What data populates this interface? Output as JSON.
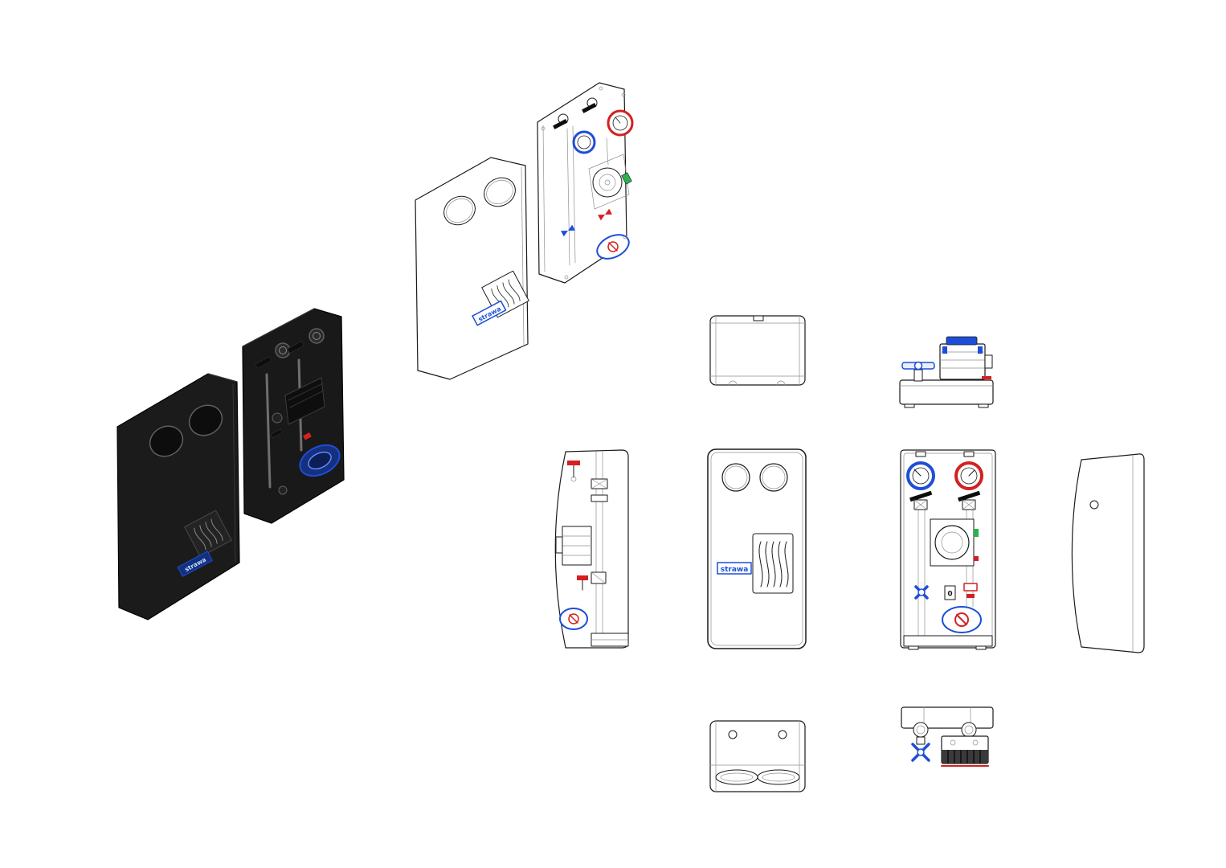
{
  "brand": {
    "label": "strawa",
    "dial_zero": "0"
  },
  "colors": {
    "white": "#ffffff",
    "line": "#1a1a1a",
    "soft": "#909090",
    "body_black": "#1b1b1b",
    "body_black_edge": "#3d3d3d",
    "hole_black": "#0d0d0d",
    "blue": "#1d4ed8",
    "blue_deep": "#11307f",
    "label_text_light": "#cfe0ff",
    "red": "#d42020",
    "green": "#2bb24c",
    "pump_blue_fill": "#16307e",
    "pump_blue_inner": "#0d1e55",
    "pump_blue_ring": "#5b8bff",
    "gray_metal": "#6f6f6f",
    "light_blue_fill": "#e8efff",
    "dark_hatch": "#3a3a3a",
    "handle_black": "#0d0d0d"
  },
  "views": [
    {
      "id": "iso-rendered-black-cover-assembly"
    },
    {
      "id": "iso-line-white-cover-assembly"
    },
    {
      "id": "ortho-top-cover"
    },
    {
      "id": "ortho-top-assembly"
    },
    {
      "id": "ortho-side-internals"
    },
    {
      "id": "ortho-front-cover"
    },
    {
      "id": "ortho-front-assembly"
    },
    {
      "id": "ortho-side-cover"
    },
    {
      "id": "ortho-bottom-cover"
    },
    {
      "id": "ortho-bottom-assembly"
    }
  ]
}
